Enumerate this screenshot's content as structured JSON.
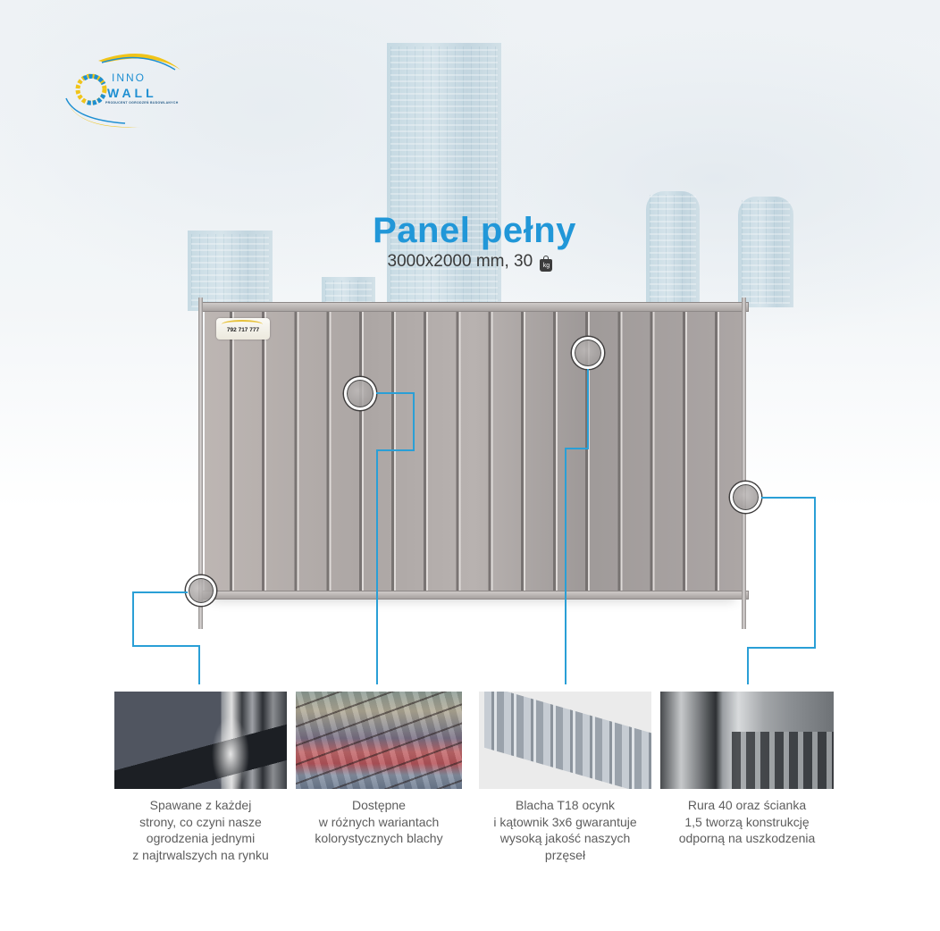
{
  "brand": {
    "logo_line1": "INNO",
    "logo_line2": "WALL",
    "logo_tagline": "PRODUCENT OGRODZEŃ BUDOWLANYCH",
    "colors": {
      "blue": "#1e8fd2",
      "yellow": "#f0c419"
    }
  },
  "product": {
    "title": "Panel pełny",
    "dimensions": "3000x2000 mm, 30",
    "weight_icon": "kettlebell-weight-icon",
    "weight_unit": "kg",
    "title_color": "#2197d8"
  },
  "fence": {
    "sticker_phone": "792 717 777"
  },
  "leader_color": "#2a9fd6",
  "features": [
    {
      "image": "welded-pipes-photo",
      "lines": [
        "Spawane z każdej",
        "strony, co czyni nasze",
        "ogrodzenia jednymi",
        "z najtrwalszych na rynku"
      ]
    },
    {
      "image": "colored-roof-sheets-photo",
      "lines": [
        "Dostępne",
        "w różnych wariantach",
        "kolorystycznych blachy"
      ]
    },
    {
      "image": "galvanized-t18-sheet-photo",
      "lines": [
        "Blacha T18 ocynk",
        "i kątownik 3x6 gwarantuje",
        "wysoką jakość naszych",
        "przęseł"
      ]
    },
    {
      "image": "pipe-frame-closeup-photo",
      "lines": [
        "Rura 40 oraz ścianka",
        "1,5  tworzą konstrukcję",
        "odporną na uszkodzenia"
      ]
    }
  ]
}
